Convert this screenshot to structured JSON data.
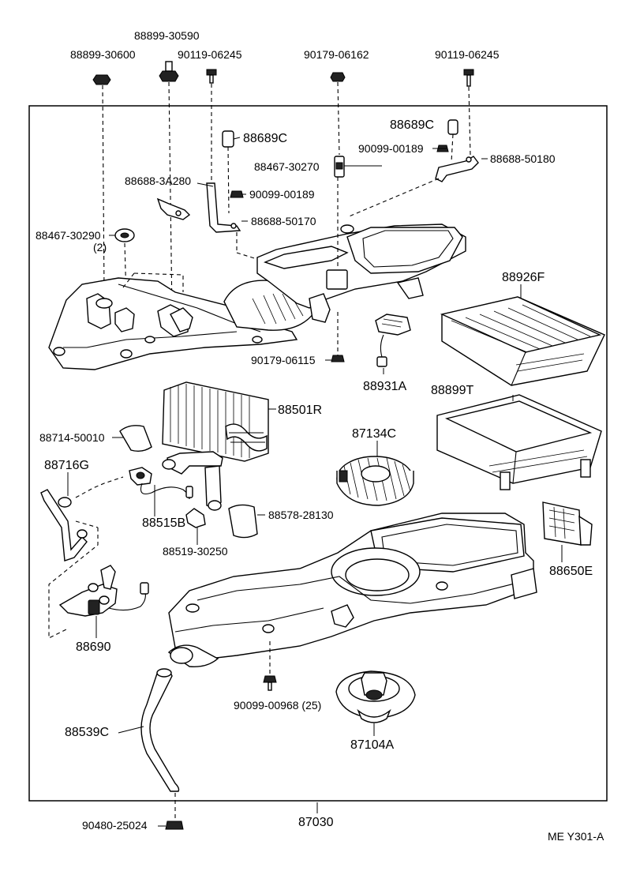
{
  "diagram": {
    "ref_code": "ME Y301-A",
    "assembly_number": "87030",
    "labels": {
      "p1": "88899-30600",
      "p2": "88899-30590",
      "p3": "90119-06245",
      "p4": "90179-06162",
      "p5": "90119-06245",
      "p6": "88689C",
      "p7": "88689C",
      "p8": "90099-00189",
      "p9": "88688-50180",
      "p10": "88467-30270",
      "p11": "88688-3A280",
      "p12": "90099-00189",
      "p13": "88688-50170",
      "p14": "88467-30290",
      "p14qty": "(2)",
      "p15": "88926F",
      "p16": "90179-06115",
      "p17": "88931A",
      "p18": "88899T",
      "p19": "88501R",
      "p20": "88714-50010",
      "p21": "87134C",
      "p22": "88716G",
      "p23": "88515B",
      "p24": "88578-28130",
      "p25": "88519-30250",
      "p26": "88650E",
      "p27": "88690",
      "p28": "90099-00968 (25)",
      "p29": "87104A",
      "p30": "88539C",
      "p31": "90480-25024"
    }
  }
}
